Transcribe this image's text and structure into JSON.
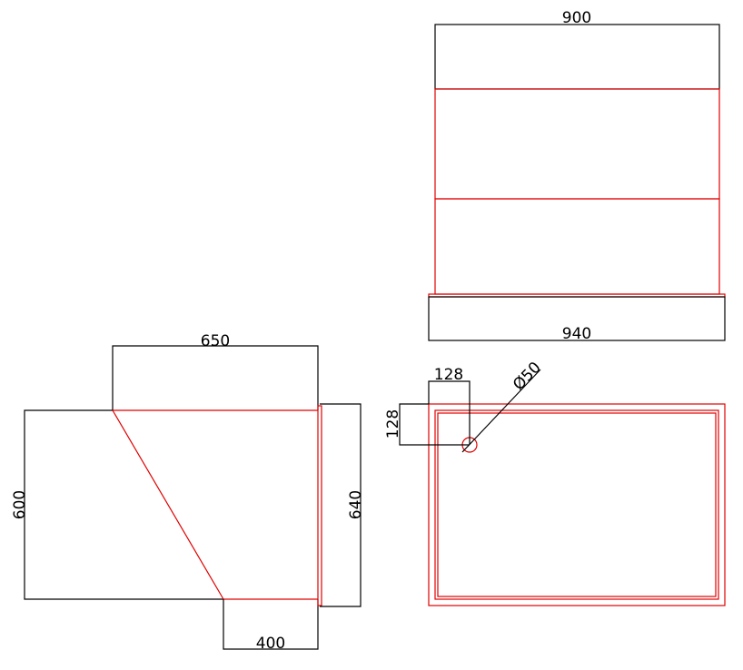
{
  "front_view": {
    "width_top": "900",
    "width_base": "940"
  },
  "side_view": {
    "top_depth": "650",
    "height": "600",
    "bottom_depth": "400",
    "panel_height": "640"
  },
  "plan_view": {
    "drain_offset_x": "128",
    "drain_offset_y": "128",
    "drain_diameter": "Ø50"
  },
  "colors": {
    "outline": "#e00000",
    "dimension": "#000000"
  }
}
